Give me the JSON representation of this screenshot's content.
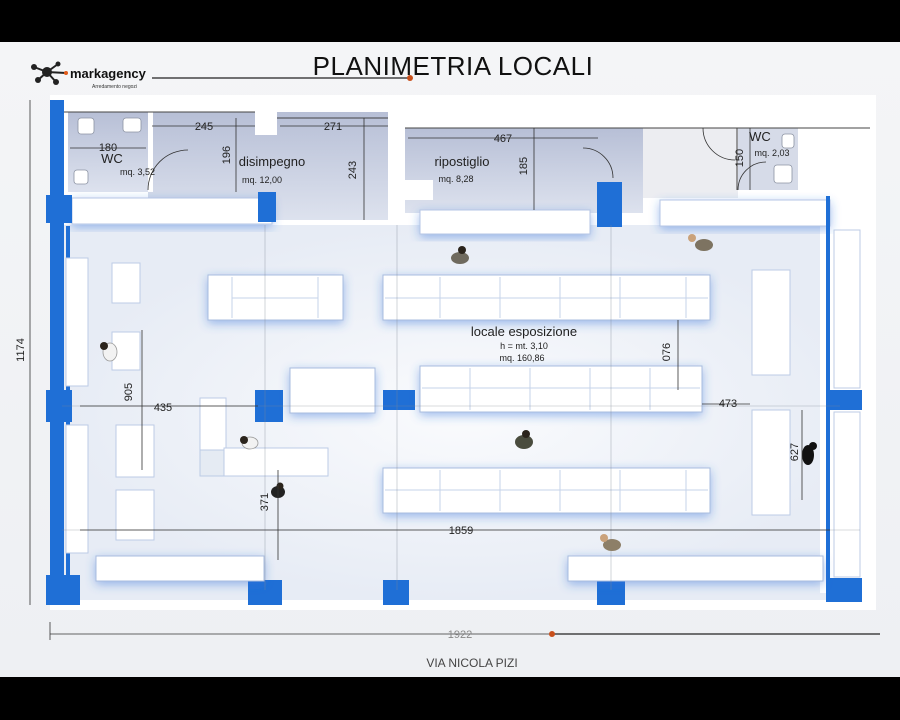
{
  "header": {
    "title": "PLANIMETRIA LOCALI",
    "logo_name": "markagency",
    "logo_tagline": "Arredamento negozi"
  },
  "rooms": {
    "wc_left": {
      "name": "WC",
      "area": "mq. 3,52"
    },
    "disimpegno": {
      "name": "disimpegno",
      "area": "mq. 12,00"
    },
    "ripostiglio": {
      "name": "ripostiglio",
      "area": "mq. 8,28"
    },
    "wc_right": {
      "name": "WC",
      "area": "mq. 2,03"
    },
    "esposizione": {
      "name": "locale esposizione",
      "height": "h = mt. 3,10",
      "area": "mq. 160,86"
    }
  },
  "dimensions": {
    "d180": "180",
    "d245": "245",
    "d196": "196",
    "d271": "271",
    "d243": "243",
    "d467": "467",
    "d185": "185",
    "d150": "150",
    "d1174": "1174",
    "d905": "905",
    "d435": "435",
    "d076": "076",
    "d473": "473",
    "d627": "627",
    "d371": "371",
    "d1859": "1859",
    "d1922": "1922"
  },
  "street": "VIA NICOLA PIZI",
  "colors": {
    "pillar": "#1f6fd6",
    "wall": "#ffffff",
    "floor": "#eef1f6",
    "service_floor": "#c9d0e2",
    "shadow": "#8fb0e6"
  }
}
